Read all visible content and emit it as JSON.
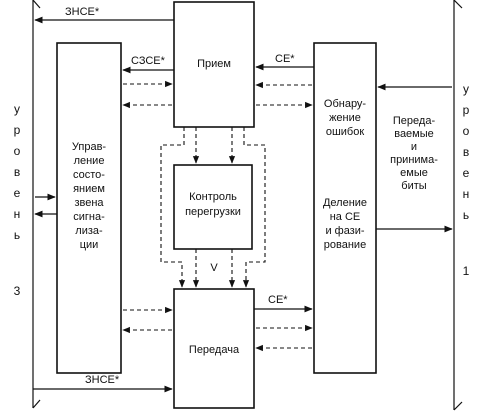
{
  "blocks": {
    "control": [
      "Управ-",
      "ление",
      "состо-",
      "янием",
      "звена",
      "сигна-",
      "лиза-",
      "ции"
    ],
    "receive": "Прием",
    "overload": [
      "Контроль",
      "перегрузки"
    ],
    "transmit": "Передача",
    "error": [
      "Обнару-",
      "жение",
      "ошибок"
    ],
    "split": [
      "Деление",
      "на СЕ",
      "и фази-",
      "рование"
    ]
  },
  "levels": {
    "left_letters": [
      "у",
      "р",
      "о",
      "в",
      "е",
      "н",
      "ь"
    ],
    "left_number": "3",
    "right_letters": [
      "у",
      "р",
      "о",
      "в",
      "е",
      "н",
      "ь"
    ],
    "right_number": "1"
  },
  "signals": {
    "zns_top": "ЗНСЕ*",
    "szse": "СЗСЕ*",
    "se_rx": "СЕ*",
    "se_tx": "СЕ*",
    "zns_bottom": "ЗНСЕ*",
    "v": "V"
  },
  "bits": [
    "Переда-",
    "ваемые",
    "и",
    "принима-",
    "емые",
    "биты"
  ]
}
